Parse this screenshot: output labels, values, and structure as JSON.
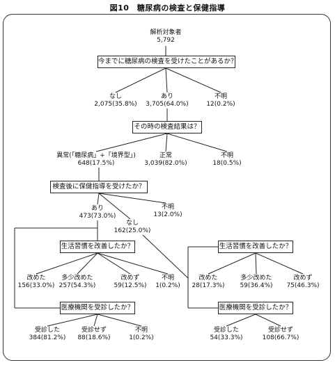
{
  "title": "図10　糖尿病の検査と保健指導",
  "root": {
    "label": "解析対象者",
    "value": "5,792"
  },
  "q1": {
    "text": "今までに糖尿病の検査を受けたことがあるか？",
    "answers": [
      {
        "label": "なし",
        "value": "2,075(35.8%)"
      },
      {
        "label": "あり",
        "value": "3,705(64.0%)"
      },
      {
        "label": "不明",
        "value": "12(0.2%)"
      }
    ]
  },
  "q2": {
    "text": "その時の検査結果は？",
    "answers": [
      {
        "label": "異常(「糖尿病」+「境界型」)",
        "value": "648(17.5%)"
      },
      {
        "label": "正常",
        "value": "3,039(82.0%)"
      },
      {
        "label": "不明",
        "value": "18(0.5%)"
      }
    ]
  },
  "q3": {
    "text": "検査後に保健指導を受けたか？",
    "answers": [
      {
        "label": "あり",
        "value": "473(73.0%)"
      },
      {
        "label": "なし",
        "value": "162(25.0%)"
      },
      {
        "label": "不明",
        "value": "13(2.0%)"
      }
    ]
  },
  "left_lifestyle": {
    "text": "生活習慣を改善したか？",
    "answers": [
      {
        "label": "改めた",
        "value": "156(33.0%)"
      },
      {
        "label": "多少改めた",
        "value": "257(54.3%)"
      },
      {
        "label": "改めず",
        "value": "59(12.5%)"
      },
      {
        "label": "不明",
        "value": "1(0.2%)"
      }
    ]
  },
  "left_visit": {
    "text": "医療機関を受診したか？",
    "answers": [
      {
        "label": "受診した",
        "value": "384(81.2%)"
      },
      {
        "label": "受診せず",
        "value": "88(18.6%)"
      },
      {
        "label": "不明",
        "value": "1(0.2%)"
      }
    ]
  },
  "right_lifestyle": {
    "text": "生活習慣を改善したか？",
    "answers": [
      {
        "label": "改めた",
        "value": "28(17.3%)"
      },
      {
        "label": "多少改めた",
        "value": "59(36.4%)"
      },
      {
        "label": "改めず",
        "value": "75(46.3%)"
      }
    ]
  },
  "right_visit": {
    "text": "医療機関を受診したか？",
    "answers": [
      {
        "label": "受診した",
        "value": "54(33.3%)"
      },
      {
        "label": "受診せず",
        "value": "108(66.7%)"
      }
    ]
  }
}
